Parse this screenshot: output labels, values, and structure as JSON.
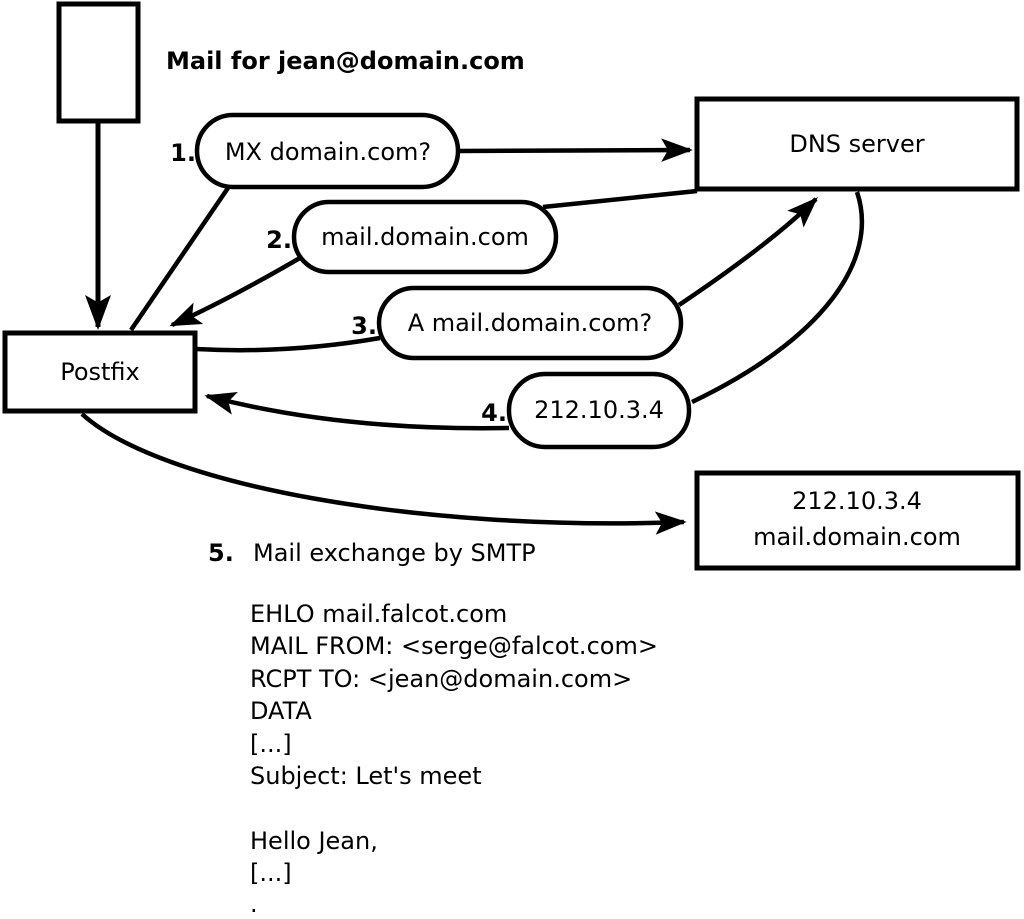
{
  "colors": {
    "ink": "#000000",
    "paper": "#ffffff"
  },
  "diagram": {
    "title": "Mail for jean@domain.com",
    "nodes": {
      "postfix": "Postfix",
      "dns": "DNS server",
      "mail_server_line1": "212.10.3.4",
      "mail_server_line2": "mail.domain.com"
    },
    "steps": [
      {
        "num": "1.",
        "label": "MX domain.com?"
      },
      {
        "num": "2.",
        "label": "mail.domain.com"
      },
      {
        "num": "3.",
        "label": "A mail.domain.com?"
      },
      {
        "num": "4.",
        "label": "212.10.3.4"
      },
      {
        "num": "5.",
        "label": "Mail exchange by SMTP"
      }
    ],
    "smtp_session": [
      "EHLO mail.falcot.com",
      "MAIL FROM: <serge@falcot.com>",
      "RCPT TO: <jean@domain.com>",
      "DATA",
      "[...]",
      "Subject: Let's meet",
      "",
      "Hello Jean,",
      "[...]",
      "."
    ]
  }
}
